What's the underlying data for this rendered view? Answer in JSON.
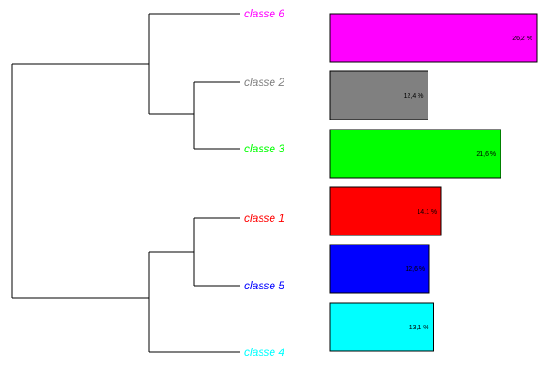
{
  "chart_data": {
    "type": "bar",
    "title": "",
    "categories": [
      "classe 6",
      "classe 2",
      "classe 3",
      "classe 1",
      "classe 5",
      "classe 4"
    ],
    "values": [
      26.2,
      12.4,
      21.6,
      14.1,
      12.6,
      13.1
    ],
    "value_labels": [
      "26,2 %",
      "12,4 %",
      "21,6 %",
      "14,1 %",
      "12,6 %",
      "13,1 %"
    ],
    "colors": [
      "#ff00ff",
      "#808080",
      "#00ff00",
      "#ff0000",
      "#0000ff",
      "#00ffff"
    ],
    "unit": "%",
    "orientation": "horizontal",
    "xlim": [
      0,
      26.2
    ],
    "grid": false,
    "legend": "none",
    "dendrogram": {
      "leaf_order": [
        "classe 6",
        "classe 2",
        "classe 3",
        "classe 1",
        "classe 5",
        "classe 4"
      ],
      "merges": [
        [
          "classe 2",
          "classe 3"
        ],
        [
          "classe 6",
          "classe 2+classe 3"
        ],
        [
          "classe 1",
          "classe 5"
        ],
        [
          "classe 1+classe 5",
          "classe 4"
        ],
        [
          "classe 6+classe 2+classe 3",
          "classe 1+classe 5+classe 4"
        ]
      ]
    }
  }
}
